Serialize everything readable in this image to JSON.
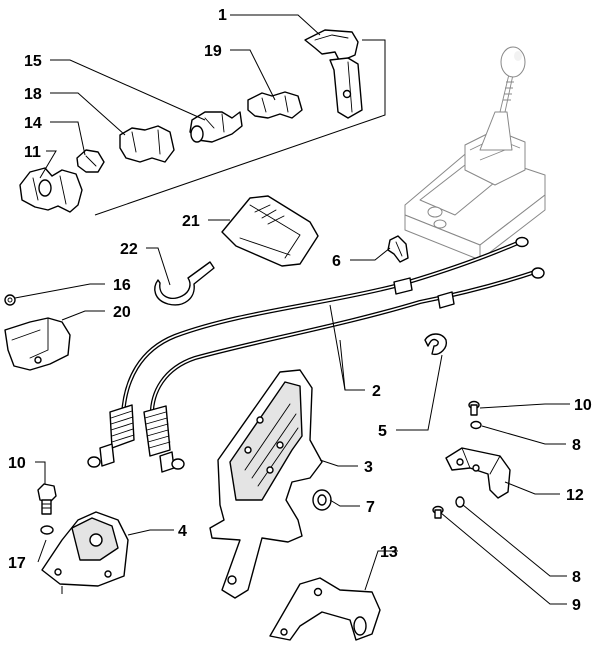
{
  "diagram": {
    "callouts": [
      {
        "id": "c1",
        "text": "1"
      },
      {
        "id": "c15",
        "text": "15"
      },
      {
        "id": "c19",
        "text": "19"
      },
      {
        "id": "c18",
        "text": "18"
      },
      {
        "id": "c14",
        "text": "14"
      },
      {
        "id": "c11",
        "text": "11"
      },
      {
        "id": "c21",
        "text": "21"
      },
      {
        "id": "c22",
        "text": "22"
      },
      {
        "id": "c6",
        "text": "6"
      },
      {
        "id": "c16",
        "text": "16"
      },
      {
        "id": "c20",
        "text": "20"
      },
      {
        "id": "c2",
        "text": "2"
      },
      {
        "id": "c5",
        "text": "5"
      },
      {
        "id": "c10a",
        "text": "10"
      },
      {
        "id": "c8a",
        "text": "8"
      },
      {
        "id": "c3",
        "text": "3"
      },
      {
        "id": "c10b",
        "text": "10"
      },
      {
        "id": "c12",
        "text": "12"
      },
      {
        "id": "c7",
        "text": "7"
      },
      {
        "id": "c4",
        "text": "4"
      },
      {
        "id": "c17",
        "text": "17"
      },
      {
        "id": "c13",
        "text": "13"
      },
      {
        "id": "c8b",
        "text": "8"
      },
      {
        "id": "c9",
        "text": "9"
      }
    ]
  }
}
